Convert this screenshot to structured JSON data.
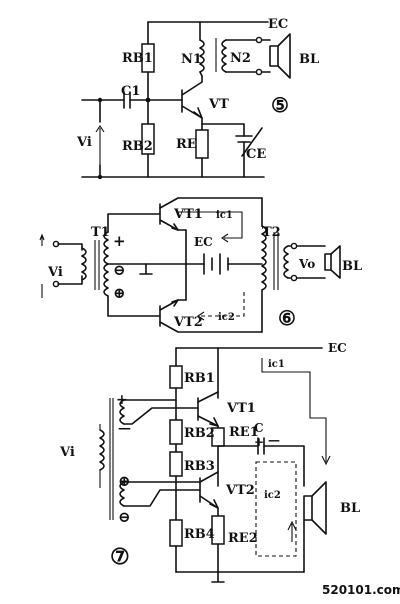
{
  "circuit5": {
    "EC": "EC",
    "RB1": "RB1",
    "N1": "N1",
    "N2": "N2",
    "BL": "BL",
    "C1": "C1",
    "VT": "VT",
    "num": "⑤",
    "Vi": "Vi",
    "RB2": "RB2",
    "RE": "RE",
    "CE": "CE"
  },
  "circuit6": {
    "T1": "T1",
    "VT1": "VT1",
    "ic1": "ic1",
    "EC": "EC",
    "T2": "T2",
    "Vi": "Vi",
    "Vo": "Vo",
    "BL": "BL",
    "VT2": "VT2",
    "ic2": "ic2",
    "num": "⑥",
    "plus1": "+",
    "minusCirc": "⊖",
    "plusCirc": "⊕",
    "minusBar": "⊥"
  },
  "circuit7": {
    "EC": "EC",
    "ic1": "ic1",
    "RB1": "RB1",
    "VT1": "VT1",
    "Vi": "Vi",
    "RB2": "RB2",
    "RE1": "RE1",
    "C": "C",
    "cplus": "+",
    "cminus": "—",
    "RB3": "RB3",
    "VT2": "VT2",
    "ic2": "ic2",
    "BL": "BL",
    "RB4": "RB4",
    "RE2": "RE2",
    "num": "⑦",
    "plus": "+",
    "minus": "—",
    "plusCirc": "⊕",
    "minusCirc": "⊖"
  },
  "watermark": {
    "brand": "520101.com",
    "accent": "#1a2fd0"
  }
}
